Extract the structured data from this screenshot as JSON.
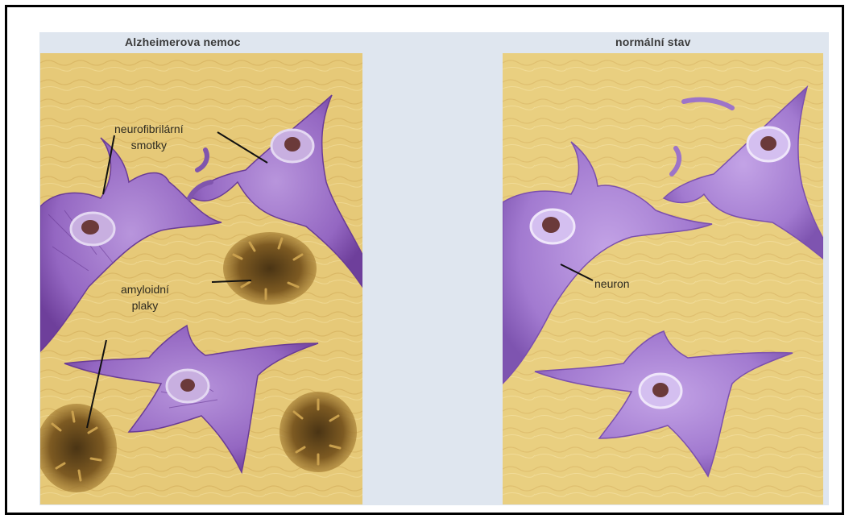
{
  "left_panel": {
    "title": "Alzheimerova nemoc",
    "labels": {
      "tangles_line1": "neurofibrilární",
      "tangles_line2": "smotky",
      "plaques_line1": "amyloidní",
      "plaques_line2": "plaky"
    }
  },
  "right_panel": {
    "title": "normální stav",
    "labels": {
      "neuron": "neuron"
    }
  },
  "colors": {
    "tissue": "#e7cb79",
    "neuron": "#9d74c8",
    "neuron_dark": "#7c4ea8",
    "plaque": "#7a5a24",
    "background": "#dfe6ef"
  }
}
